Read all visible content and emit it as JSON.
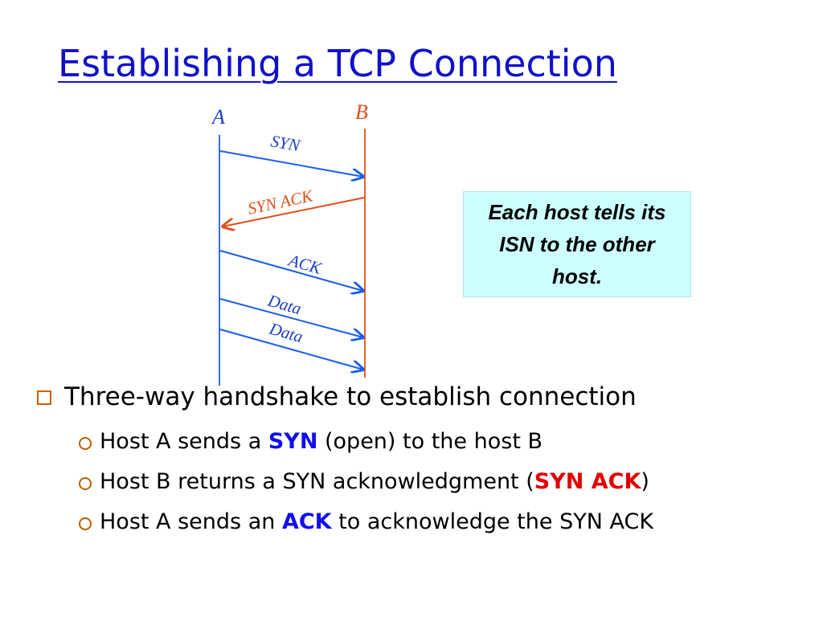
{
  "title": "Establishing a TCP Connection",
  "diagram": {
    "host_a": "A",
    "host_b": "B",
    "messages": [
      {
        "label": "SYN",
        "from": "A",
        "to": "B"
      },
      {
        "label": "SYN ACK",
        "from": "B",
        "to": "A"
      },
      {
        "label": "ACK",
        "from": "A",
        "to": "B"
      },
      {
        "label": "Data",
        "from": "A",
        "to": "B"
      },
      {
        "label": "Data",
        "from": "A",
        "to": "B"
      }
    ],
    "colors": {
      "host_a": "#1a5fe6",
      "host_b": "#e0501a",
      "title": "#1010cc",
      "callout_bg": "#ccffff"
    }
  },
  "callout": "Each host tells its ISN to the other host.",
  "bullets": {
    "main": "Three-way handshake to establish connection",
    "sub": [
      {
        "pre": "Host A sends a ",
        "hl": "SYN",
        "post": " (open) to the host B"
      },
      {
        "pre": "Host B returns a SYN acknowledgment (",
        "hl": "SYN ACK",
        "post": ")"
      },
      {
        "pre": "Host A sends an ",
        "hl": "ACK",
        "post": " to acknowledge the SYN ACK"
      }
    ]
  }
}
